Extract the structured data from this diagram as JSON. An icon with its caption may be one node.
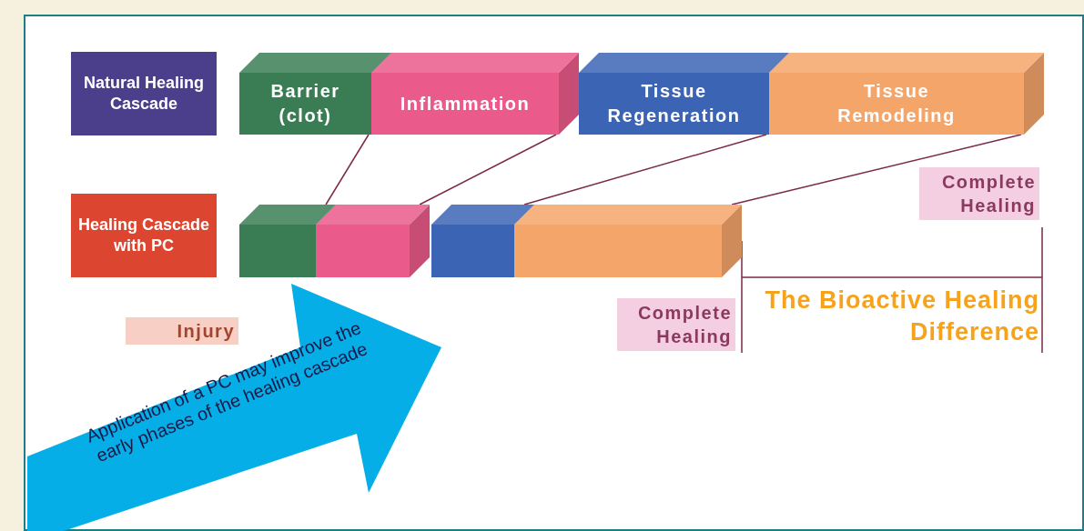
{
  "diagram": {
    "nodes": [
      {
        "text": [
          "Natural Healing Cascade"
        ]
      },
      {
        "text": [
          "Barrier (clot)"
        ]
      },
      {
        "text": [
          "Inflammation"
        ]
      },
      {
        "text": [
          "Tissue Regeneration"
        ]
      },
      {
        "text": [
          "Tissue Remodeling"
        ]
      },
      {
        "text": [
          "Complete Healing"
        ]
      },
      {
        "text": [
          "Healing Cascade with PC"
        ]
      },
      {
        "text": [],
        "shape": "box"
      },
      {
        "text": [],
        "shape": "box"
      },
      {
        "text": [],
        "shape": "box"
      },
      {
        "text": [],
        "shape": "box"
      },
      {
        "text": [
          "Injury"
        ]
      },
      {
        "text": [
          "Complete Healing"
        ]
      },
      {
        "text": [
          "Application of a PC may improve the early phases of the healing cascade"
        ]
      }
    ],
    "edges": [
      {
        "from": 1,
        "to": 7,
        "arrow": "none"
      },
      {
        "from": 2,
        "to": 8,
        "arrow": "none"
      },
      {
        "from": 3,
        "to": 9,
        "arrow": "none"
      },
      {
        "from": 4,
        "to": 10,
        "arrow": "none"
      }
    ],
    "labels": [
      "The Bioactive Healing Difference"
    ]
  }
}
